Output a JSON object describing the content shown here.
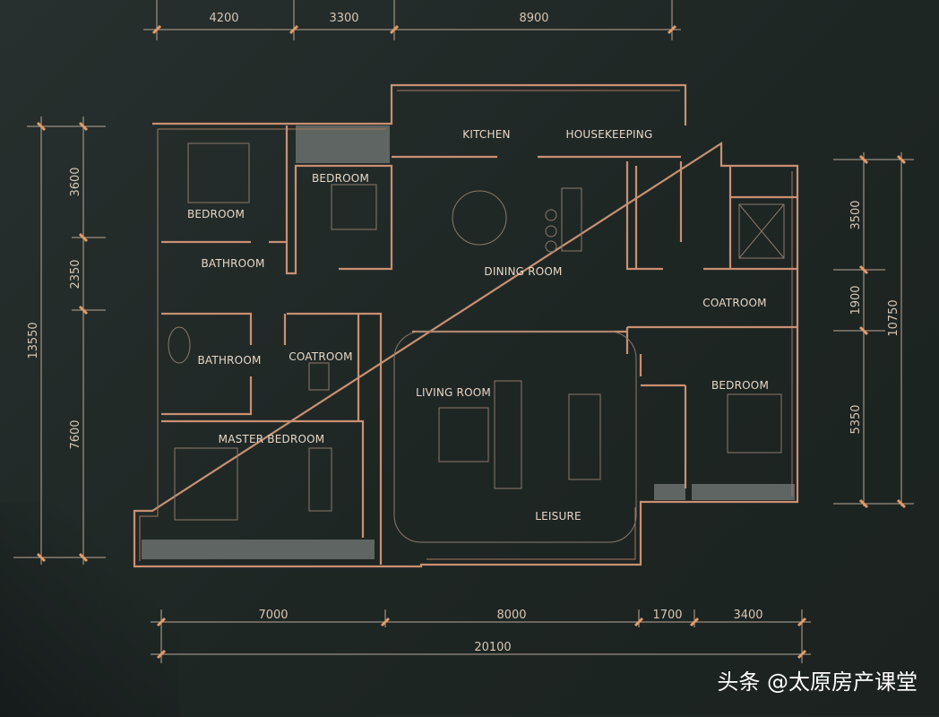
{
  "dimensions": {
    "top": [
      "4200",
      "3300",
      "8900"
    ],
    "bottom": [
      "7000",
      "8000",
      "1700",
      "3400"
    ],
    "bottom_total": "20100",
    "left": [
      "3600",
      "2350",
      "7600"
    ],
    "left_total": "13550",
    "right": [
      "3500",
      "1900",
      "5350"
    ],
    "right_total": "10750"
  },
  "rooms": {
    "kitchen": "KITCHEN",
    "housekeeping": "HOUSEKEEPING",
    "bedroom_nw": "BEDROOM",
    "bedroom_n": "BEDROOM",
    "dining": "DINING ROOM",
    "bathroom_1": "BATHROOM",
    "bathroom_2": "BATHROOM",
    "coatroom_w": "COATROOM",
    "coatroom_e": "COATROOM",
    "living": "LIVING ROOM",
    "bedroom_e": "BEDROOM",
    "master": "MASTER BEDROOM",
    "leisure": "LEISURE"
  },
  "watermark": "头条 @太原房产课堂",
  "colors": {
    "background": "#1f2725",
    "walls": "#c99072"
  }
}
